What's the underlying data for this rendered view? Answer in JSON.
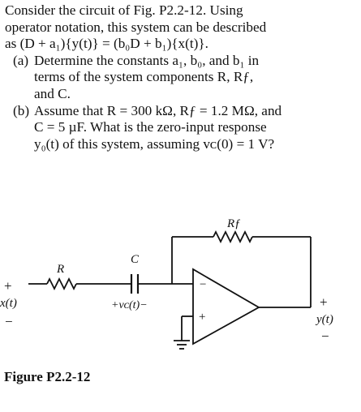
{
  "problem": {
    "intro_lines": [
      "Consider the circuit of Fig. P2.2-12. Using",
      "operator notation, this system can be described",
      "as (D + a₁){y(t)} = (b₀D + b₁){x(t)}."
    ],
    "part_a": {
      "label": "(a)",
      "lines": [
        "Determine the constants a₁, b₀, and b₁ in",
        "terms of the system components R, Rƒ,",
        "and C."
      ]
    },
    "part_b": {
      "label": "(b)",
      "lines": [
        "Assume that R = 300 kΩ, Rƒ = 1.2 MΩ, and",
        "C = 5 µF. What is the zero-input response",
        "y₀(t) of this system, assuming vᴄ(0) = 1 V?"
      ]
    }
  },
  "circuit": {
    "label_rf": "Rƒ",
    "label_r": "R",
    "label_c": "C",
    "label_vc": "+vᴄ(t)−",
    "input_plus": "+",
    "input_label": "x(t)",
    "input_minus": "−",
    "output_plus": "+",
    "output_label": "y(t)",
    "output_minus": "−",
    "opamp_minus": "−",
    "opamp_plus": "+"
  },
  "figure": {
    "caption": "Figure P2.2-12"
  }
}
